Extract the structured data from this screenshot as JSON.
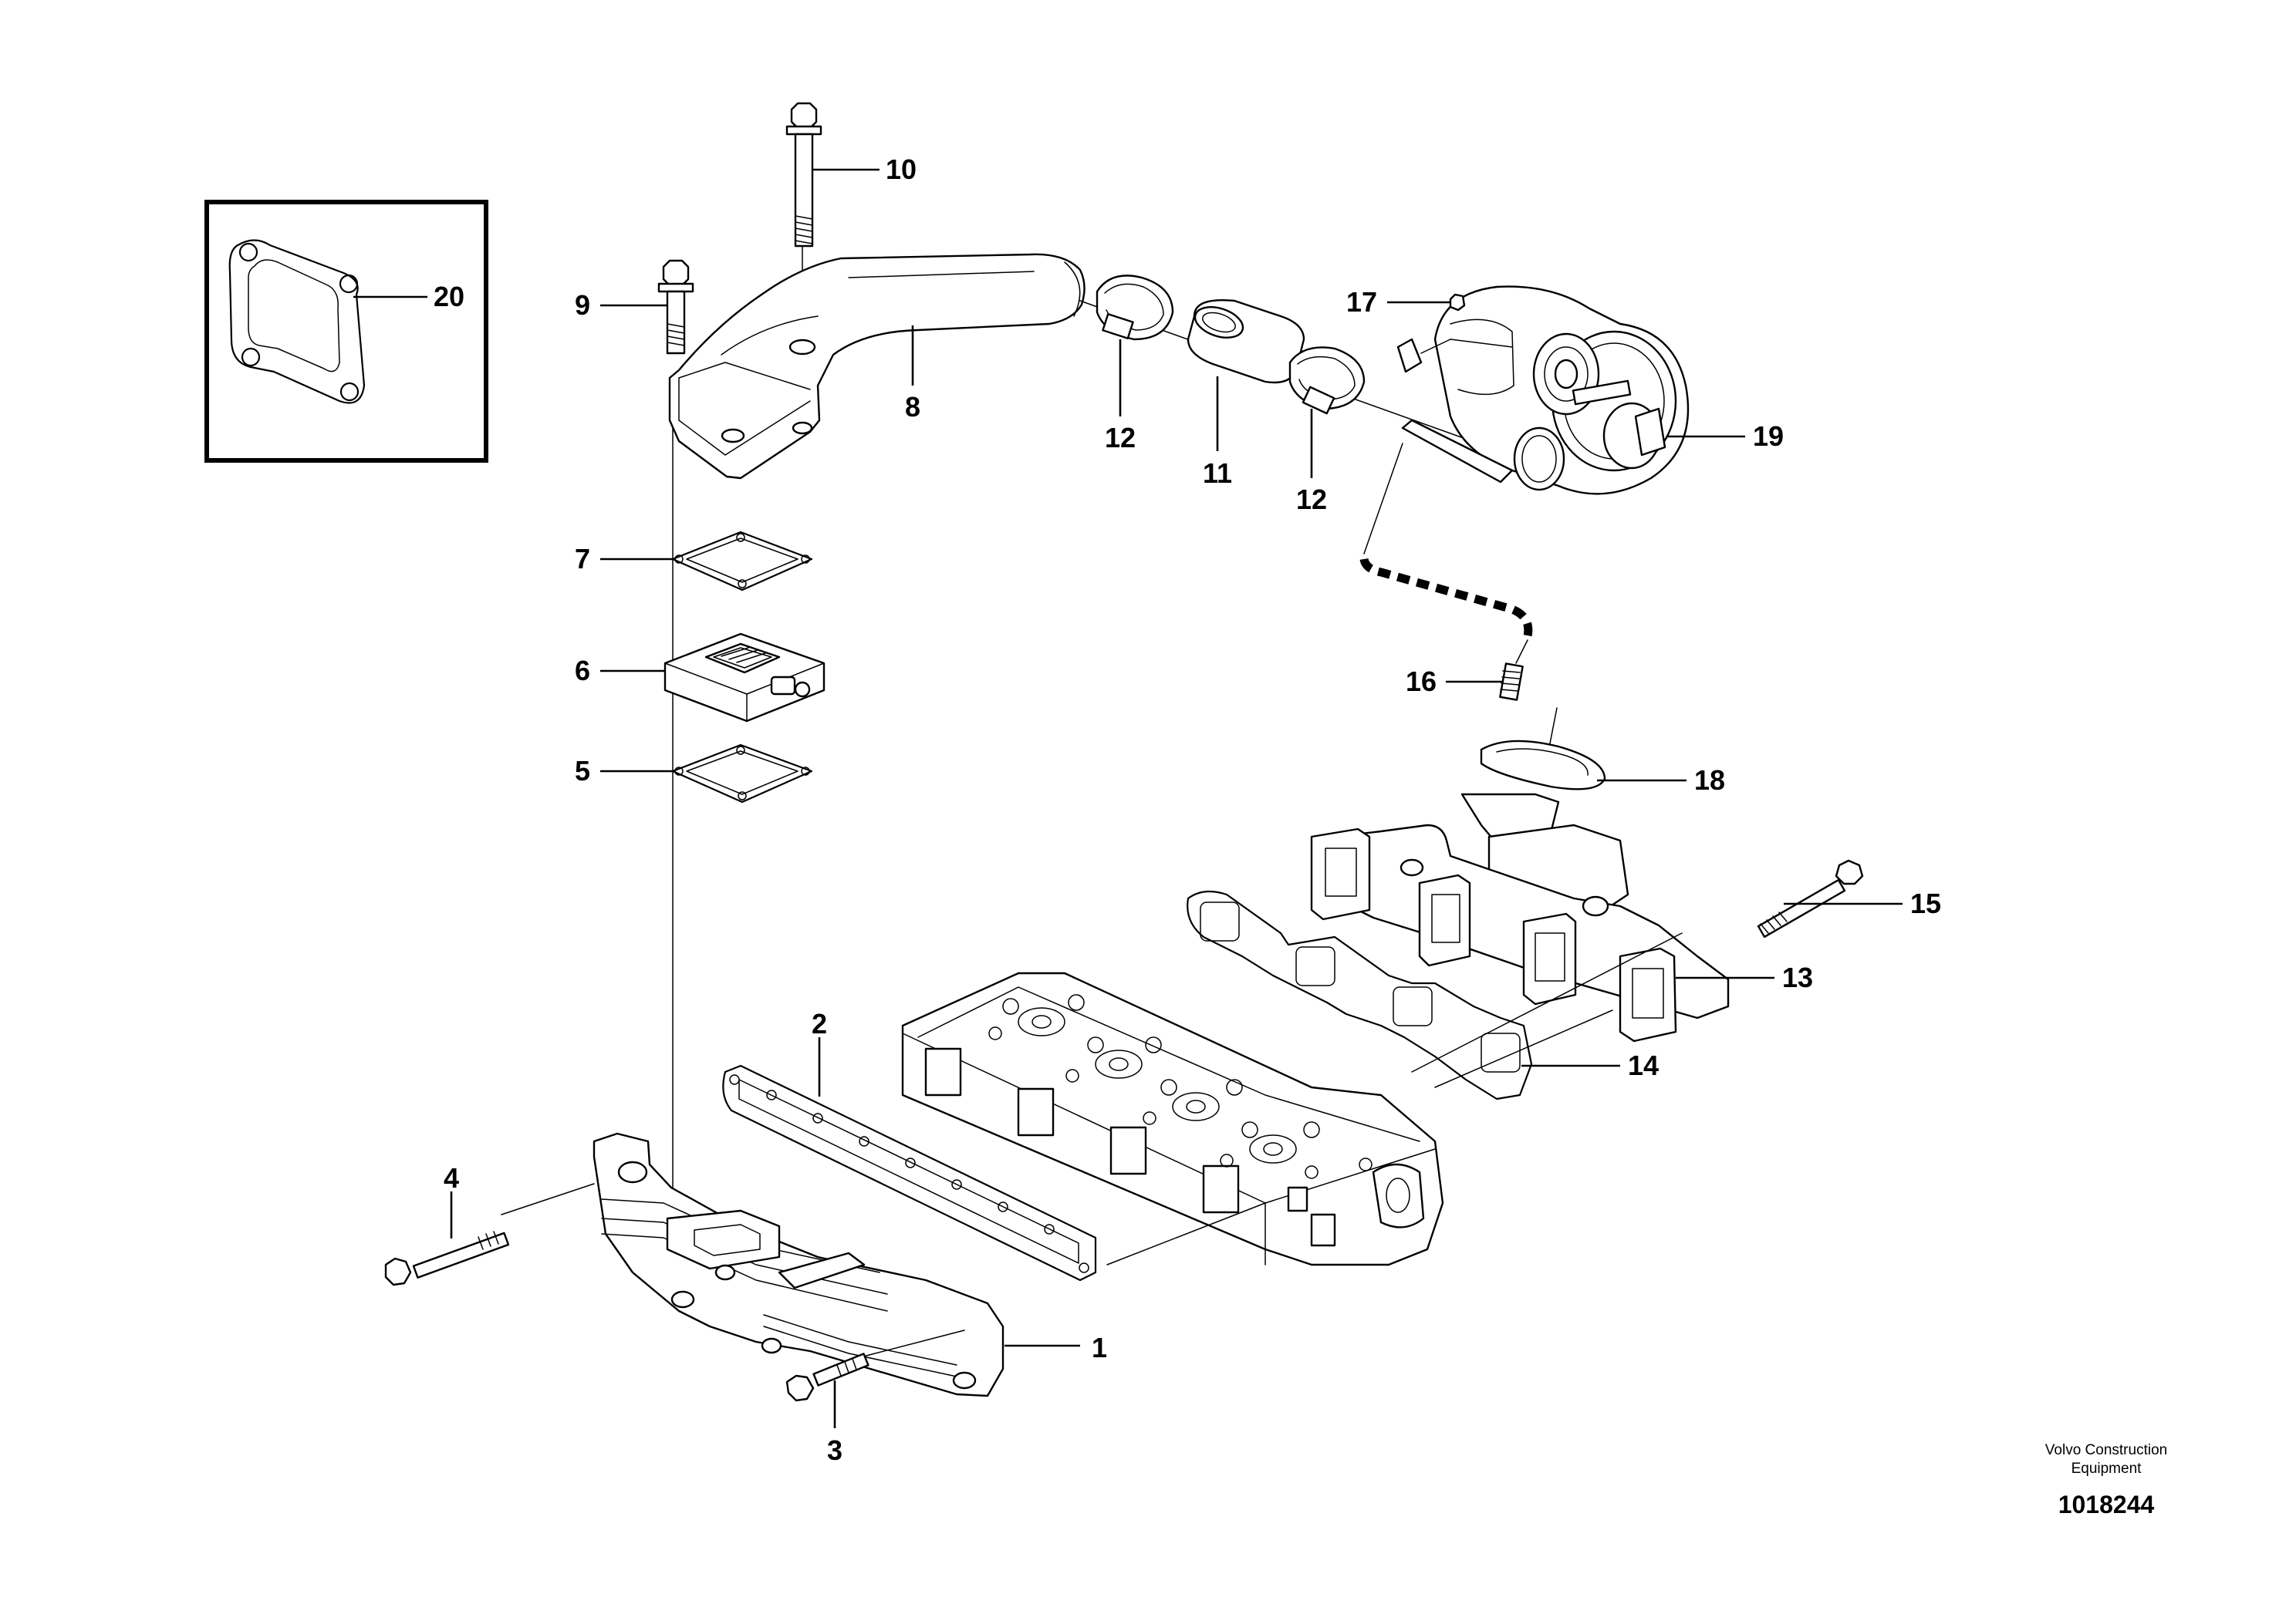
{
  "callouts": {
    "p1": "1",
    "p2": "2",
    "p3": "3",
    "p4": "4",
    "p5": "5",
    "p6": "6",
    "p7": "7",
    "p8": "8",
    "p9": "9",
    "p10": "10",
    "p11": "11",
    "p12a": "12",
    "p12b": "12",
    "p13": "13",
    "p14": "14",
    "p15": "15",
    "p16": "16",
    "p17": "17",
    "p18": "18",
    "p19": "19",
    "p20": "20"
  },
  "footer": {
    "brand_line1": "Volvo Construction",
    "brand_line2": "Equipment",
    "doc_number": "1018244"
  }
}
